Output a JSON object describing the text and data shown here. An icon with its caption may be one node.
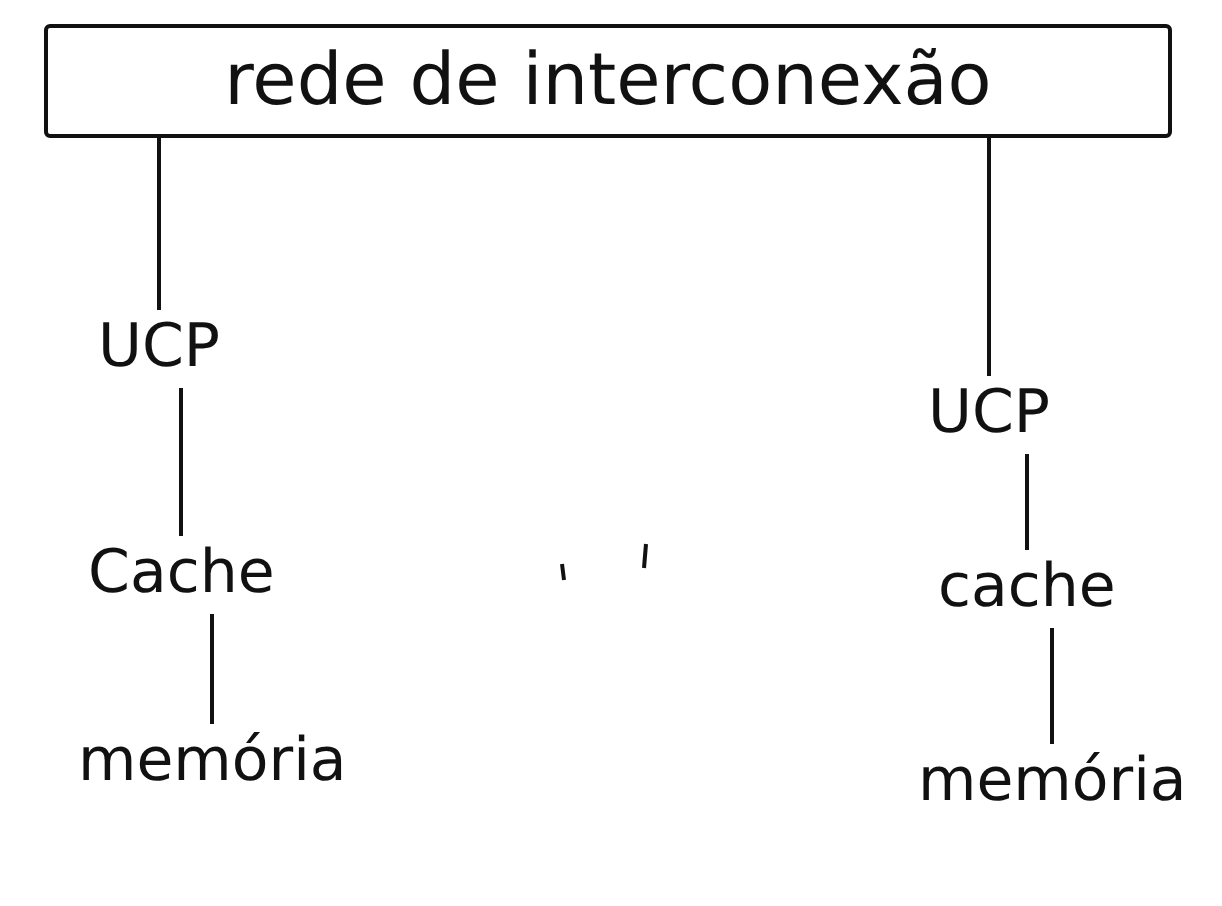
{
  "diagram": {
    "nodes": [
      {
        "text": [
          "rede de interconexão"
        ]
      },
      {
        "text": [
          "UCP"
        ]
      },
      {
        "text": [
          "Cache"
        ]
      },
      {
        "text": [
          "memória"
        ]
      },
      {
        "text": [
          "UCP"
        ]
      },
      {
        "text": [
          "cache"
        ]
      },
      {
        "text": [
          "memória"
        ]
      }
    ],
    "edges": [
      {
        "from": 0,
        "to": 1,
        "arrow": "none"
      },
      {
        "from": 1,
        "to": 2,
        "arrow": "none"
      },
      {
        "from": 2,
        "to": 3,
        "arrow": "none"
      },
      {
        "from": 0,
        "to": 4,
        "arrow": "none"
      },
      {
        "from": 4,
        "to": 5,
        "arrow": "none"
      },
      {
        "from": 5,
        "to": 6,
        "arrow": "none"
      }
    ]
  }
}
